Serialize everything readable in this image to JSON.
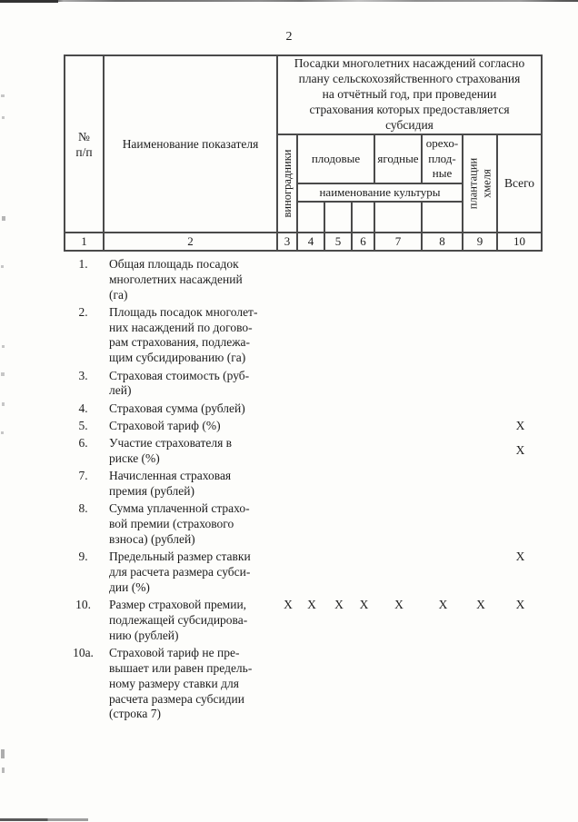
{
  "page_number": "2",
  "colors": {
    "ink": "#1c1c1c",
    "table_border": "#4a4a4a",
    "paper": "#fdfdfb"
  },
  "table": {
    "header": {
      "num_col_lines": [
        "№",
        "п/п"
      ],
      "indicator_col": "Наименование показателя",
      "subsidy_header_lines": [
        "Посадки многолетних насаждений согласно",
        "плану сельскохозяйственного страхования",
        "на отчётный год, при проведении",
        "страхования которых предоставляется",
        "субсидия"
      ],
      "vineyards": "виноградники",
      "fruit": "плодовые",
      "berries": "ягодные",
      "nut_lines": [
        "орехо-",
        "плод-",
        "ные"
      ],
      "culture_name": "наименование культуры",
      "hops_lines": [
        "плантации",
        "хмеля"
      ],
      "total": "Всего",
      "column_numbers": [
        "1",
        "2",
        "3",
        "4",
        "5",
        "6",
        "7",
        "8",
        "9",
        "10"
      ]
    },
    "x_mark": "X",
    "rows": [
      {
        "num": "1.",
        "lines": [
          "Общая площадь посадок",
          "многолетних насаждений",
          "(га)"
        ]
      },
      {
        "num": "2.",
        "lines": [
          "Площадь посадок многолет-",
          "них насаждений по догово-",
          "рам страхования, подлежа-",
          "щим субсидированию (га)"
        ]
      },
      {
        "num": "3.",
        "lines": [
          "Страховая стоимость (руб-",
          "лей)"
        ]
      },
      {
        "num": "4.",
        "lines": [
          "Страховая сумма (рублей)"
        ]
      },
      {
        "num": "5.",
        "lines": [
          "Страховой тариф (%)"
        ],
        "x_cols": [
          10
        ]
      },
      {
        "num": "6.",
        "lines": [
          "Участие страхователя в",
          "риске (%)"
        ],
        "x_cols": [
          10
        ]
      },
      {
        "num": "7.",
        "lines": [
          "Начисленная страховая",
          "премия (рублей)"
        ]
      },
      {
        "num": "8.",
        "lines": [
          "Сумма уплаченной страхо-",
          "вой премии (страхового",
          "взноса) (рублей)"
        ]
      },
      {
        "num": "9.",
        "lines": [
          "Предельный размер ставки",
          "для расчета размера субси-",
          "дии (%)"
        ],
        "x_cols": [
          10
        ]
      },
      {
        "num": "10.",
        "lines": [
          "Размер страховой премии,",
          "подлежащей субсидирова-",
          "нию (рублей)"
        ],
        "x_cols": [
          3,
          4,
          5,
          6,
          7,
          8,
          9,
          10
        ]
      },
      {
        "num": "10а.",
        "lines": [
          "Страховой тариф не пре-",
          "вышает или равен предель-",
          "ному размеру ставки для",
          "расчета размера субсидии",
          "(строка 7)"
        ]
      }
    ]
  }
}
